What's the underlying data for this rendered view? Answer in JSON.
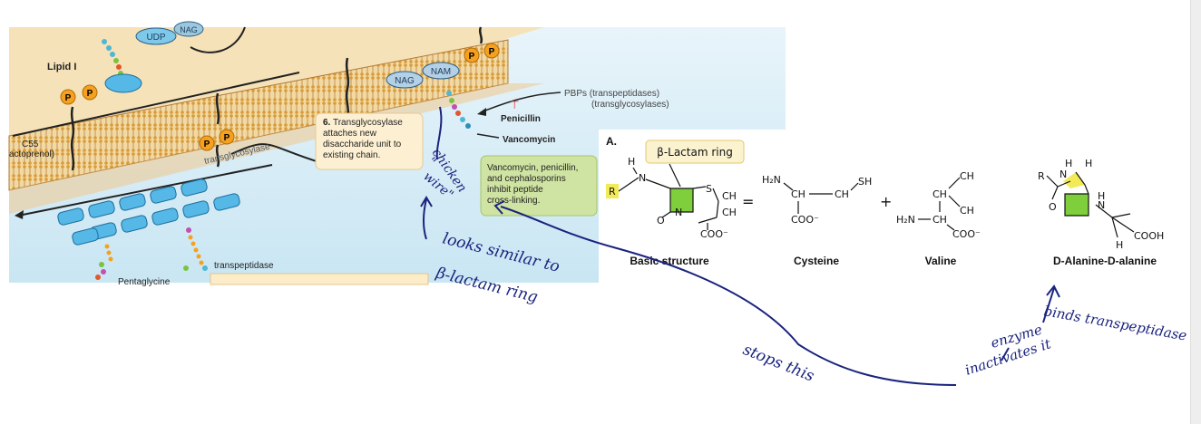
{
  "figure_left": {
    "udp": "UDP",
    "nag_top": "NAG",
    "lipid_i": "Lipid I",
    "p": "P",
    "nag": "NAG",
    "nam": "NAM",
    "c55": "C55",
    "bactoprenol": "actoprenol)",
    "transglycosylase": "transglycosylase",
    "transpeptidase": "transpeptidase",
    "pentaglycine": "Pentaglycine",
    "pbps_line1": "PBPs (transpeptidases)",
    "pbps_line2": "(transglycosylases)",
    "penicillin": "Penicillin",
    "vancomycin": "Vancomycin",
    "step6_num": "6.",
    "step6_lines": [
      "Transglycosylase",
      "attaches new",
      "disaccharide unit to",
      "existing chain."
    ],
    "inhibit_lines": [
      "Vancomycin, penicillin,",
      "and cephalosporins",
      "inhibit peptide",
      "cross-linking."
    ]
  },
  "figure_right": {
    "panel_label": "A.",
    "beta_lactam_callout": "β-Lactam ring",
    "captions": [
      "Basic structure",
      "Cysteine",
      "Valine",
      "D-Alanine-D-alanine"
    ],
    "atoms": {
      "H": "H",
      "N": "N",
      "R": "R",
      "O": "O",
      "S": "S",
      "CH3": "CH",
      "COO": "COO⁻",
      "H2N": "H₂N",
      "CH": "CH",
      "CH2": "CH",
      "SH": "SH",
      "COOH": "COOH",
      "eq": "=",
      "plus": "+",
      "NH": "N"
    }
  },
  "annotations": {
    "chicken_wire": [
      "\"",
      "chicken",
      "wire\""
    ],
    "looks_similar": [
      "looks similar to",
      "β-lactam ring"
    ],
    "stops_this": "stops this",
    "binds": [
      "binds transpeptidase",
      "enzyme"
    ],
    "inactivates": "inactivates it",
    "ink_color": "#1a237e"
  }
}
